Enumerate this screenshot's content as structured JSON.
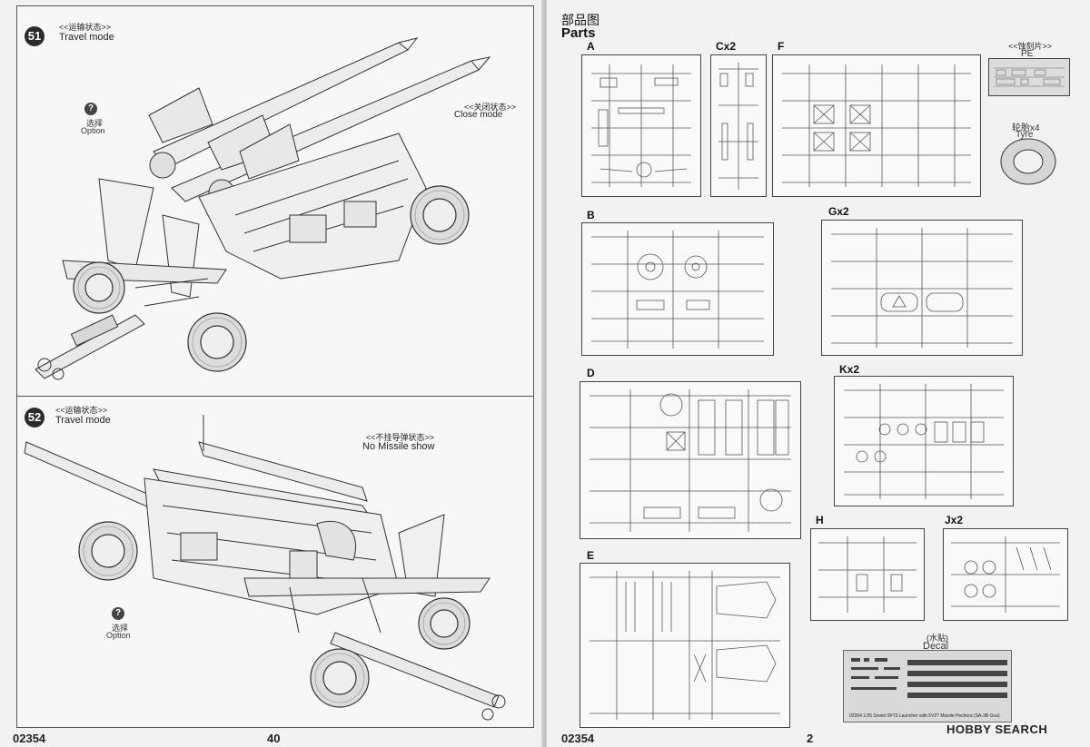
{
  "left_page": {
    "step51": {
      "number": "51",
      "cn_title": "<<运输状态>>",
      "en_title": "Travel mode",
      "option_cn": "选择",
      "option_en": "Option",
      "callout_cn": "<<关闭状态>>",
      "callout_en": "Close mode"
    },
    "step52": {
      "number": "52",
      "cn_title": "<<运输状态>>",
      "en_title": "Travel mode",
      "callout_cn": "<<不挂导弹状态>>",
      "callout_en": "No Missile show",
      "option_cn": "选择",
      "option_en": "Option"
    },
    "footer": {
      "code": "02354",
      "page": "40"
    }
  },
  "right_page": {
    "title_cn": "部品图",
    "title_en": "Parts",
    "sprues": {
      "A": "A",
      "C": "Cx2",
      "F": "F",
      "B": "B",
      "G": "Gx2",
      "D": "D",
      "K": "Kx2",
      "E": "E",
      "H": "H",
      "J": "Jx2"
    },
    "pe": {
      "cn": "<<蚀刻片>>",
      "en": "PE"
    },
    "tyre": {
      "cn": "轮胎x4",
      "en": "Tyre"
    },
    "decal": {
      "cn": "(水贴)",
      "en": "Decal",
      "caption": "02354  1/35  Soviet 5P73 Launcher with 5V27 Missile Pechora (SA-3B Goa)"
    },
    "footer": {
      "code": "02354",
      "page": "2",
      "brand": "HOBBY SEARCH"
    }
  }
}
